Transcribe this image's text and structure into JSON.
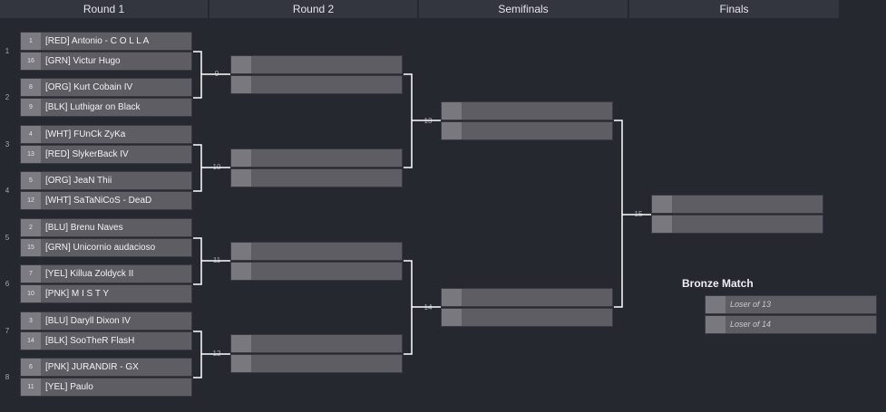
{
  "headers": [
    "Round 1",
    "Round 2",
    "Semifinals",
    "Finals"
  ],
  "round1_matches": [
    {
      "num": "1",
      "top": {
        "seed": "1",
        "name": "[RED] Antonio - C O L L A"
      },
      "bot": {
        "seed": "16",
        "name": "[GRN] Victur Hugo"
      }
    },
    {
      "num": "2",
      "top": {
        "seed": "8",
        "name": "[ORG] Kurt Cobain IV"
      },
      "bot": {
        "seed": "9",
        "name": "[BLK] Luthigar on Black"
      }
    },
    {
      "num": "3",
      "top": {
        "seed": "4",
        "name": "[WHT] FUnCk ZyKa"
      },
      "bot": {
        "seed": "13",
        "name": "[RED] SlykerBack IV"
      }
    },
    {
      "num": "4",
      "top": {
        "seed": "5",
        "name": "[ORG] JeaN Thii"
      },
      "bot": {
        "seed": "12",
        "name": "[WHT] SaTaNiCoS - DeaD"
      }
    },
    {
      "num": "5",
      "top": {
        "seed": "2",
        "name": "[BLU] Brenu Naves"
      },
      "bot": {
        "seed": "15",
        "name": "[GRN] Unicornio audacioso"
      }
    },
    {
      "num": "6",
      "top": {
        "seed": "7",
        "name": "[YEL] Killua Zoldyck II"
      },
      "bot": {
        "seed": "10",
        "name": "[PNK] M I S T Y"
      }
    },
    {
      "num": "7",
      "top": {
        "seed": "3",
        "name": "[BLU] Daryll Dixon IV"
      },
      "bot": {
        "seed": "14",
        "name": "[BLK] SooTheR FlasH"
      }
    },
    {
      "num": "8",
      "top": {
        "seed": "6",
        "name": "[PNK] JURANDIR - GX"
      },
      "bot": {
        "seed": "11",
        "name": "[YEL] Paulo"
      }
    }
  ],
  "round2_matches": [
    {
      "num": "9"
    },
    {
      "num": "10"
    },
    {
      "num": "11"
    },
    {
      "num": "12"
    }
  ],
  "semifinal_matches": [
    {
      "num": "13"
    },
    {
      "num": "14"
    }
  ],
  "final_match": {
    "num": "15"
  },
  "bronze": {
    "title": "Bronze Match",
    "top_label": "Loser of 13",
    "bot_label": "Loser of 14"
  },
  "colors": {
    "background": "#262830",
    "header": "#33353f",
    "slot": "#5d5d63",
    "seed": "#7b7b81",
    "connector": "#ffffff"
  }
}
